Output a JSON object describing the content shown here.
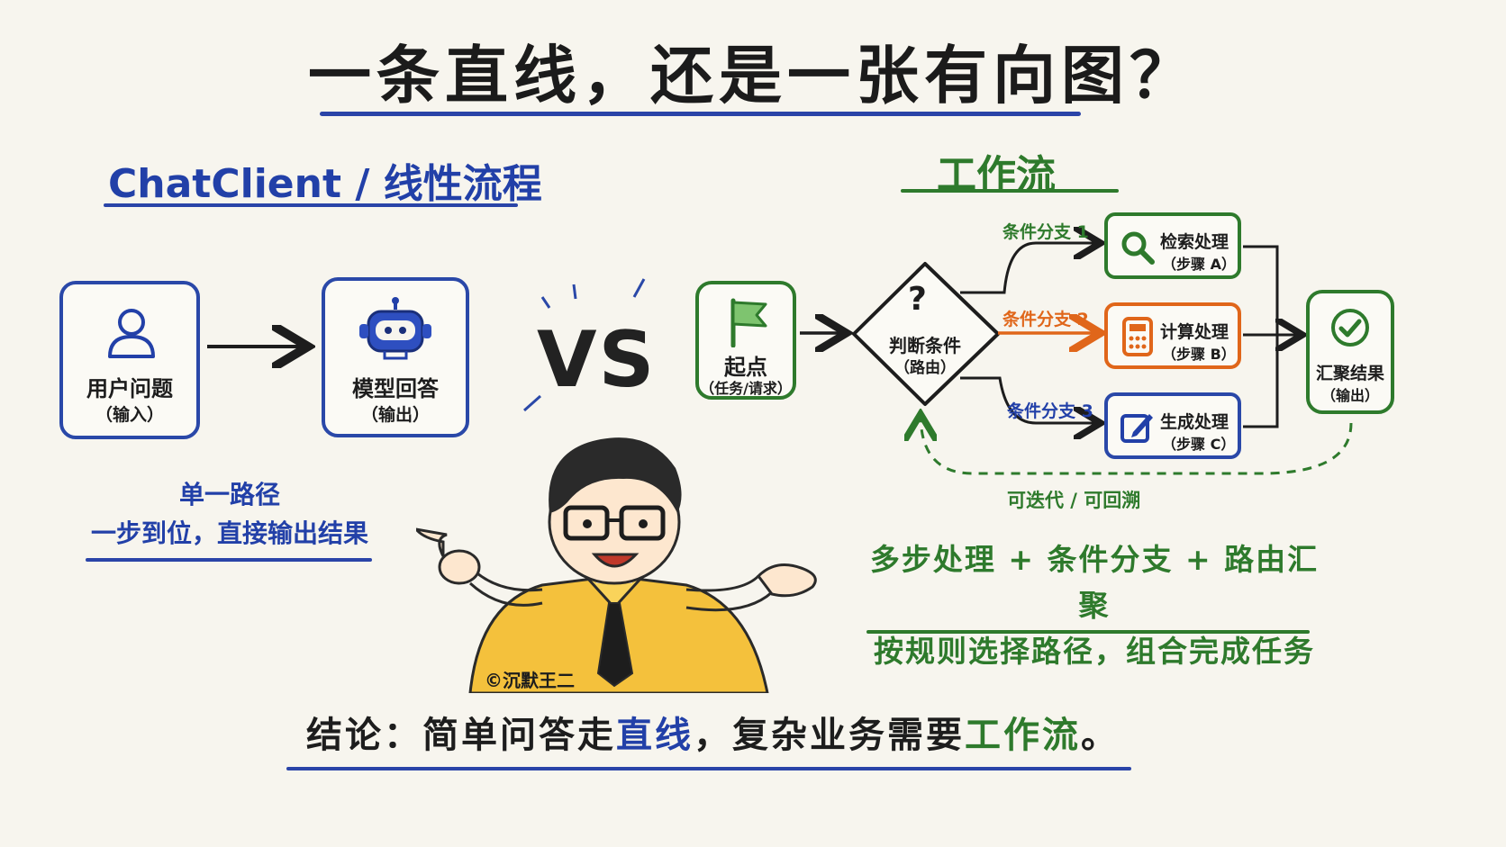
{
  "title": "一条直线，还是一张有向图？",
  "left": {
    "heading": "ChatClient / 线性流程",
    "box1": {
      "main": "用户问题",
      "sub": "（输入）",
      "icon": "user-icon"
    },
    "box2": {
      "main": "模型回答",
      "sub": "（输出）",
      "icon": "robot-icon"
    },
    "note_line1": "单一路径",
    "note_line2": "一步到位，直接输出结果"
  },
  "vs": "VS",
  "right": {
    "heading": "工作流",
    "start": {
      "main": "起点",
      "sub": "（任务/请求）",
      "icon": "flag-icon"
    },
    "decision": {
      "symbol": "?",
      "main": "判断条件",
      "sub": "（路由）"
    },
    "branches": [
      {
        "label": "条件分支 1",
        "main": "检索处理",
        "sub": "（步骤 A）",
        "icon": "search-icon",
        "color": "#2e7a2c"
      },
      {
        "label": "条件分支 2",
        "main": "计算处理",
        "sub": "（步骤 B）",
        "icon": "calculator-icon",
        "color": "#e0661a"
      },
      {
        "label": "条件分支 3",
        "main": "生成处理",
        "sub": "（步骤 C）",
        "icon": "edit-icon",
        "color": "#2240a8"
      }
    ],
    "result": {
      "main": "汇聚结果",
      "sub": "（输出）",
      "icon": "check-circle-icon"
    },
    "loop_label": "可迭代 / 可回溯",
    "note_line1": "多步处理 + 条件分支 + 路由汇聚",
    "note_line2": "按规则选择路径，组合完成任务"
  },
  "copyright": "©沉默王二",
  "conclusion": {
    "prefix": "结论：简单问答走",
    "highlight1": "直线",
    "middle": "，复杂业务需要",
    "highlight2": "工作流",
    "suffix": "。"
  },
  "colors": {
    "blue": "#2240a8",
    "green": "#2e7a2c",
    "orange": "#e0661a",
    "background": "#f7f5ee"
  }
}
